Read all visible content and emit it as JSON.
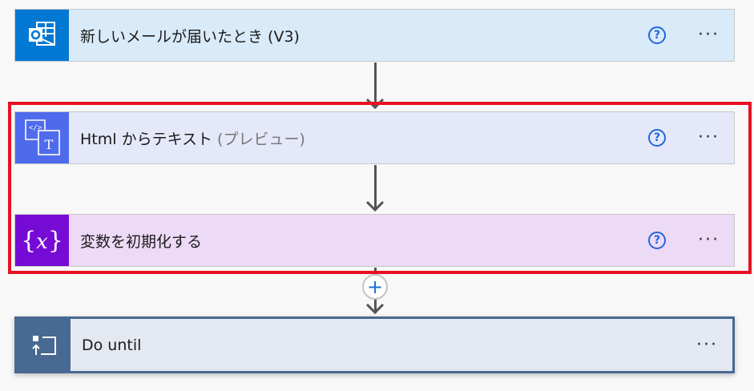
{
  "steps": [
    {
      "title": "新しいメールが届いたとき (V3)",
      "icon": "outlook-icon",
      "color": "#0078d4",
      "bg": "#d9eaf8"
    },
    {
      "title": "Html からテキスト",
      "subtitle": "(プレビュー)",
      "icon": "html-to-text-icon",
      "color": "#4f6bed",
      "bg": "#e4e8f8"
    },
    {
      "title": "変数を初期化する",
      "icon": "variable-icon",
      "color": "#770bd6",
      "bg": "#eddaf6"
    },
    {
      "title": "Do until",
      "icon": "loop-icon",
      "color": "#486991",
      "bg": "#e4e8f0"
    }
  ],
  "help_label": "?",
  "more_label": "···",
  "add_label": "+"
}
